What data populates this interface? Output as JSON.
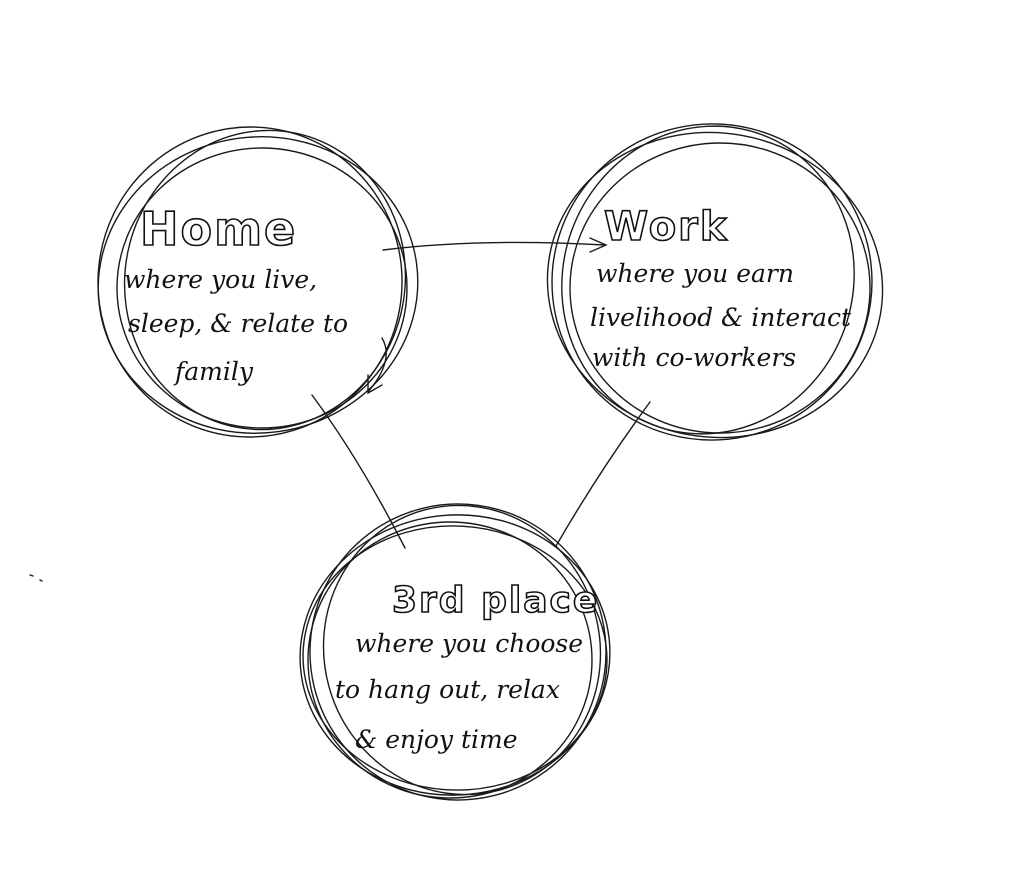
{
  "nodes": {
    "home": {
      "title": "Home",
      "lines": [
        "where you live,",
        "sleep, & relate to",
        "family"
      ]
    },
    "work": {
      "title": "Work",
      "lines": [
        "where you earn",
        "livelihood & interact",
        "with co-workers"
      ]
    },
    "third": {
      "title": "3rd place",
      "lines": [
        "where you choose",
        "to hang out, relax",
        "& enjoy time"
      ]
    }
  },
  "edges": [
    {
      "from": "home",
      "to": "work",
      "style": "arrow"
    },
    {
      "from": "home",
      "to": "home",
      "style": "arrow"
    },
    {
      "from": "home",
      "to": "third",
      "style": "line"
    },
    {
      "from": "work",
      "to": "third",
      "style": "line"
    }
  ],
  "colors": {
    "ink": "#1a1a1a",
    "paper": "#ffffff"
  }
}
